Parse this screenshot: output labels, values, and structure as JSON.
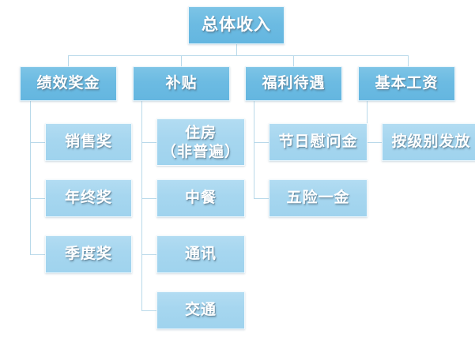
{
  "chart_data": {
    "type": "diagram",
    "diagram_type": "org-chart",
    "title": "总体收入",
    "orientation": "top-down-then-left-branch",
    "levels": 3,
    "colors": {
      "level1_fill": "#6cbbe2",
      "level2_fill": "#6cbbe2",
      "level3_fill": "#a6d6ef",
      "connector": "#b9d9ea",
      "text": "#ffffff",
      "background": "#ffffff"
    },
    "nodes": [
      {
        "id": "root",
        "label": "总体收入",
        "level": 1,
        "children": [
          "b1",
          "b2",
          "b3",
          "b4"
        ]
      },
      {
        "id": "b1",
        "label": "绩效奖金",
        "level": 2,
        "children": [
          "c1",
          "c2",
          "c3"
        ]
      },
      {
        "id": "b2",
        "label": "补贴",
        "level": 2,
        "children": [
          "c4",
          "c5",
          "c6",
          "c7"
        ]
      },
      {
        "id": "b3",
        "label": "福利待遇",
        "level": 2,
        "children": [
          "c8",
          "c9"
        ]
      },
      {
        "id": "b4",
        "label": "基本工资",
        "level": 2,
        "children": [
          "c10"
        ]
      },
      {
        "id": "c1",
        "label": "销售奖",
        "level": 3,
        "parent": "b1"
      },
      {
        "id": "c2",
        "label": "年终奖",
        "level": 3,
        "parent": "b1"
      },
      {
        "id": "c3",
        "label": "季度奖",
        "level": 3,
        "parent": "b1"
      },
      {
        "id": "c4",
        "label": "住房\n（非普遍）",
        "level": 3,
        "parent": "b2",
        "lines": 2
      },
      {
        "id": "c5",
        "label": "中餐",
        "level": 3,
        "parent": "b2"
      },
      {
        "id": "c6",
        "label": "通讯",
        "level": 3,
        "parent": "b2"
      },
      {
        "id": "c7",
        "label": "交通",
        "level": 3,
        "parent": "b2"
      },
      {
        "id": "c8",
        "label": "节日慰问金",
        "level": 3,
        "parent": "b3"
      },
      {
        "id": "c9",
        "label": "五险一金",
        "level": 3,
        "parent": "b3"
      },
      {
        "id": "c10",
        "label": "按级别发放",
        "level": 3,
        "parent": "b4"
      }
    ]
  },
  "root": {
    "label": "总体收入"
  },
  "branches": {
    "performance_bonus": {
      "label": "绩效奖金"
    },
    "allowance": {
      "label": "补贴"
    },
    "welfare": {
      "label": "福利待遇"
    },
    "base_salary": {
      "label": "基本工资"
    }
  },
  "leaves": {
    "sales_bonus": {
      "label": "销售奖"
    },
    "year_end_bonus": {
      "label": "年终奖"
    },
    "quarterly_bonus": {
      "label": "季度奖"
    },
    "housing_line1": {
      "label": "住房"
    },
    "housing_line2": {
      "label": "（非普遍）"
    },
    "lunch": {
      "label": "中餐"
    },
    "communication": {
      "label": "通讯"
    },
    "transport": {
      "label": "交通"
    },
    "holiday_gift": {
      "label": "节日慰问金"
    },
    "social_insurance": {
      "label": "五险一金"
    },
    "by_grade": {
      "label": "按级别发放"
    }
  }
}
